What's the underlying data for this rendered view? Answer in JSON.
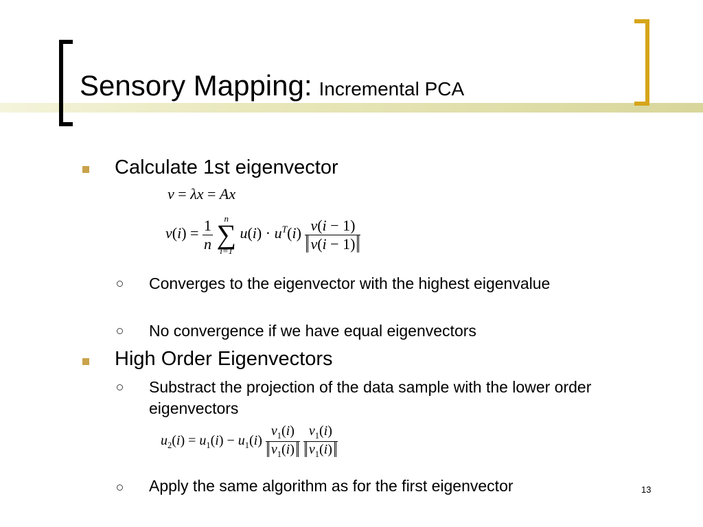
{
  "slide": {
    "title_main": "Sensory Mapping",
    "title_sep": ":",
    "title_sub": "Incremental PCA",
    "page_number": "13"
  },
  "bullets": [
    {
      "text": "Calculate 1st eigenvector",
      "subs": [
        "Converges to the eigenvector with the highest eigenvalue",
        "No convergence if we have equal eigenvectors"
      ]
    },
    {
      "text": "High Order Eigenvectors",
      "subs": [
        "Substract the projection of the data sample with the lower order eigenvectors",
        "Apply the same algorithm as for the first eigenvector"
      ]
    }
  ],
  "colors": {
    "bullet_square": "#c9a24a",
    "bracket_gold": "#d6a51a",
    "band": "#d8d69a"
  }
}
